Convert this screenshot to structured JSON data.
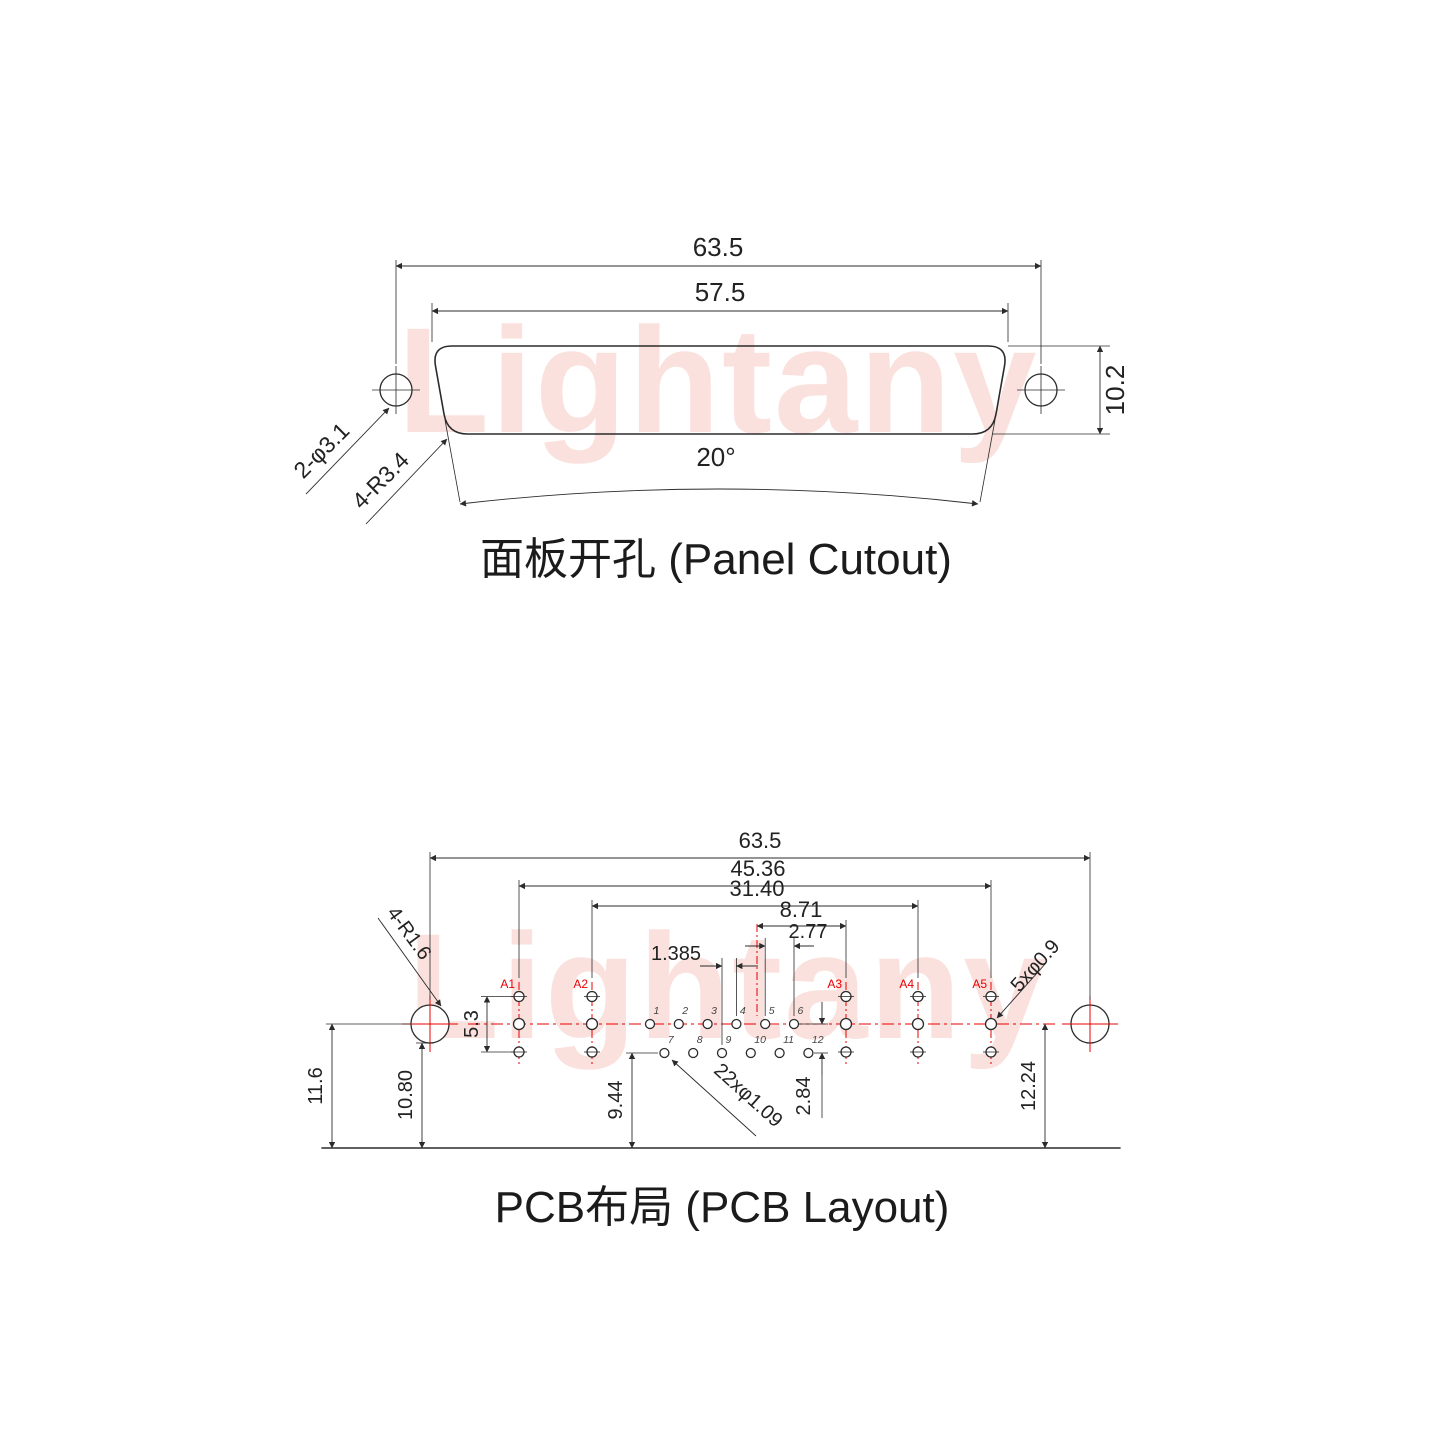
{
  "watermark": "Lightany",
  "panel_cutout": {
    "title": "面板开孔 (Panel Cutout)",
    "dim_overall_width": "63.5",
    "dim_slot_width": "57.5",
    "dim_height": "10.2",
    "dim_angle": "20°",
    "label_mount_holes": "2-φ3.1",
    "label_corner_radius": "4-R3.4"
  },
  "pcb_layout": {
    "title": "PCB布局 (PCB Layout)",
    "dim_overall": "63.5",
    "dim_a1_a5": "45.36",
    "dim_a2_a4": "31.40",
    "dim_center_a3": "8.71",
    "dim_pitch": "2.77",
    "dim_offset": "1.385",
    "dim_coax_span": "5.3",
    "dim_left_outer": "11.6",
    "dim_left_inner": "10.80",
    "dim_pin_row": "9.44",
    "dim_row_gap": "2.84",
    "dim_right": "12.24",
    "label_corner_radius": "4-R1.6",
    "label_coax_holes": "5xφ0.9",
    "label_pin_holes": "22xφ1.09",
    "coax_labels": [
      "A1",
      "A2",
      "A3",
      "A4",
      "A5"
    ],
    "pin_numbers": [
      "1",
      "2",
      "3",
      "4",
      "5",
      "6",
      "7",
      "8",
      "9",
      "10",
      "11",
      "12"
    ]
  }
}
